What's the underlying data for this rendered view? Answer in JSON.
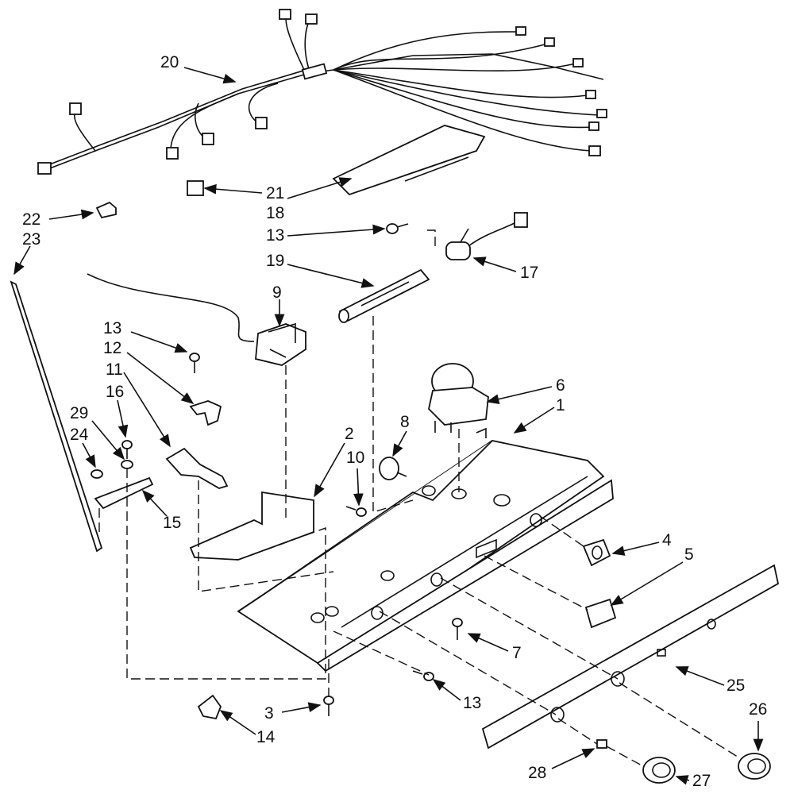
{
  "callouts": [
    {
      "id": "c20",
      "text": "20"
    },
    {
      "id": "c21",
      "text": "21"
    },
    {
      "id": "c18",
      "text": "18"
    },
    {
      "id": "c22",
      "text": "22"
    },
    {
      "id": "c23",
      "text": "23"
    },
    {
      "id": "c13a",
      "text": "13"
    },
    {
      "id": "c17",
      "text": "17"
    },
    {
      "id": "c19",
      "text": "19"
    },
    {
      "id": "c9",
      "text": "9"
    },
    {
      "id": "c13b",
      "text": "13"
    },
    {
      "id": "c12",
      "text": "12"
    },
    {
      "id": "c11",
      "text": "11"
    },
    {
      "id": "c16",
      "text": "16"
    },
    {
      "id": "c29",
      "text": "29"
    },
    {
      "id": "c24",
      "text": "24"
    },
    {
      "id": "c6",
      "text": "6"
    },
    {
      "id": "c1",
      "text": "1"
    },
    {
      "id": "c8",
      "text": "8"
    },
    {
      "id": "c2",
      "text": "2"
    },
    {
      "id": "c10",
      "text": "10"
    },
    {
      "id": "c15",
      "text": "15"
    },
    {
      "id": "c4",
      "text": "4"
    },
    {
      "id": "c5",
      "text": "5"
    },
    {
      "id": "c7",
      "text": "7"
    },
    {
      "id": "c25",
      "text": "25"
    },
    {
      "id": "c26",
      "text": "26"
    },
    {
      "id": "c13c",
      "text": "13"
    },
    {
      "id": "c3",
      "text": "3"
    },
    {
      "id": "c14",
      "text": "14"
    },
    {
      "id": "c28",
      "text": "28"
    },
    {
      "id": "c27",
      "text": "27"
    }
  ]
}
